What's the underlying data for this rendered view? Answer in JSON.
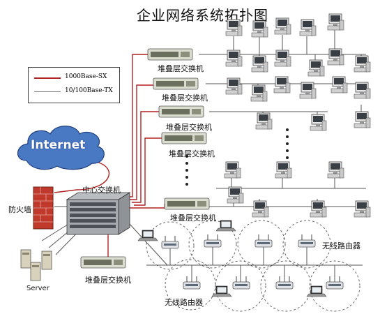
{
  "title": "企业网络系统拓扑图",
  "legend": {
    "fiber": {
      "label": "1000Base-SX",
      "color": "#b22222"
    },
    "copper": {
      "label": "10/100Base-TX",
      "color": "#777777"
    }
  },
  "labels": {
    "internet": "Internet",
    "firewall": "防火墙",
    "core_switch": "中心交换机",
    "server": "Server",
    "stack_switch": "堆叠层交换机",
    "wireless_router": "无线路由器"
  },
  "icons": [
    "router-switch-icon",
    "desktop-pc-icon",
    "laptop-icon",
    "wireless-ap-icon",
    "server-icon",
    "firewall-icon",
    "cloud-icon"
  ]
}
